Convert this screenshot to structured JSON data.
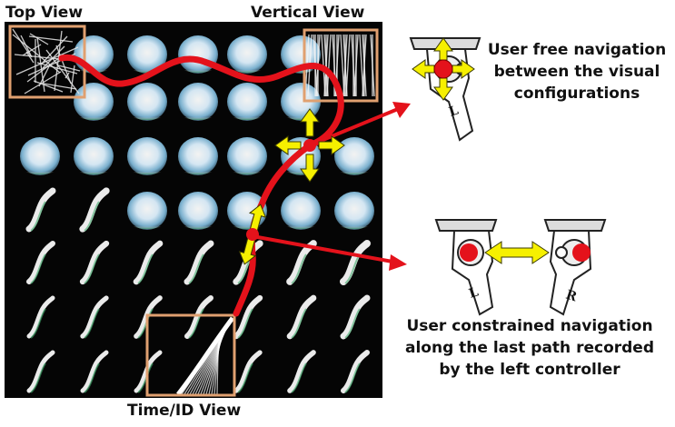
{
  "labels": {
    "top_view": "Top View",
    "vertical_view": "Vertical View",
    "time_id_view": "Time/ID View"
  },
  "captions": {
    "free_navigation": [
      "User free navigation",
      "between the visual",
      "configurations"
    ],
    "constrained_navigation": [
      "User constrained  navigation",
      "along the last path recorded",
      "by the left controller"
    ]
  },
  "controllers": {
    "free": {
      "letter": "L"
    },
    "constrained_left": {
      "letter": "L"
    },
    "constrained_right": {
      "letter": "R"
    }
  },
  "colors": {
    "path_red": "#e4121b",
    "highlight_box": "#e0a070",
    "arrow_yellow": "#f6f000",
    "grid_background": "#050505"
  },
  "icons": {
    "free_nav_cross": "four-way-arrow-icon",
    "constrained_nav": "two-way-arrow-icon",
    "controller": "vr-controller-icon"
  }
}
